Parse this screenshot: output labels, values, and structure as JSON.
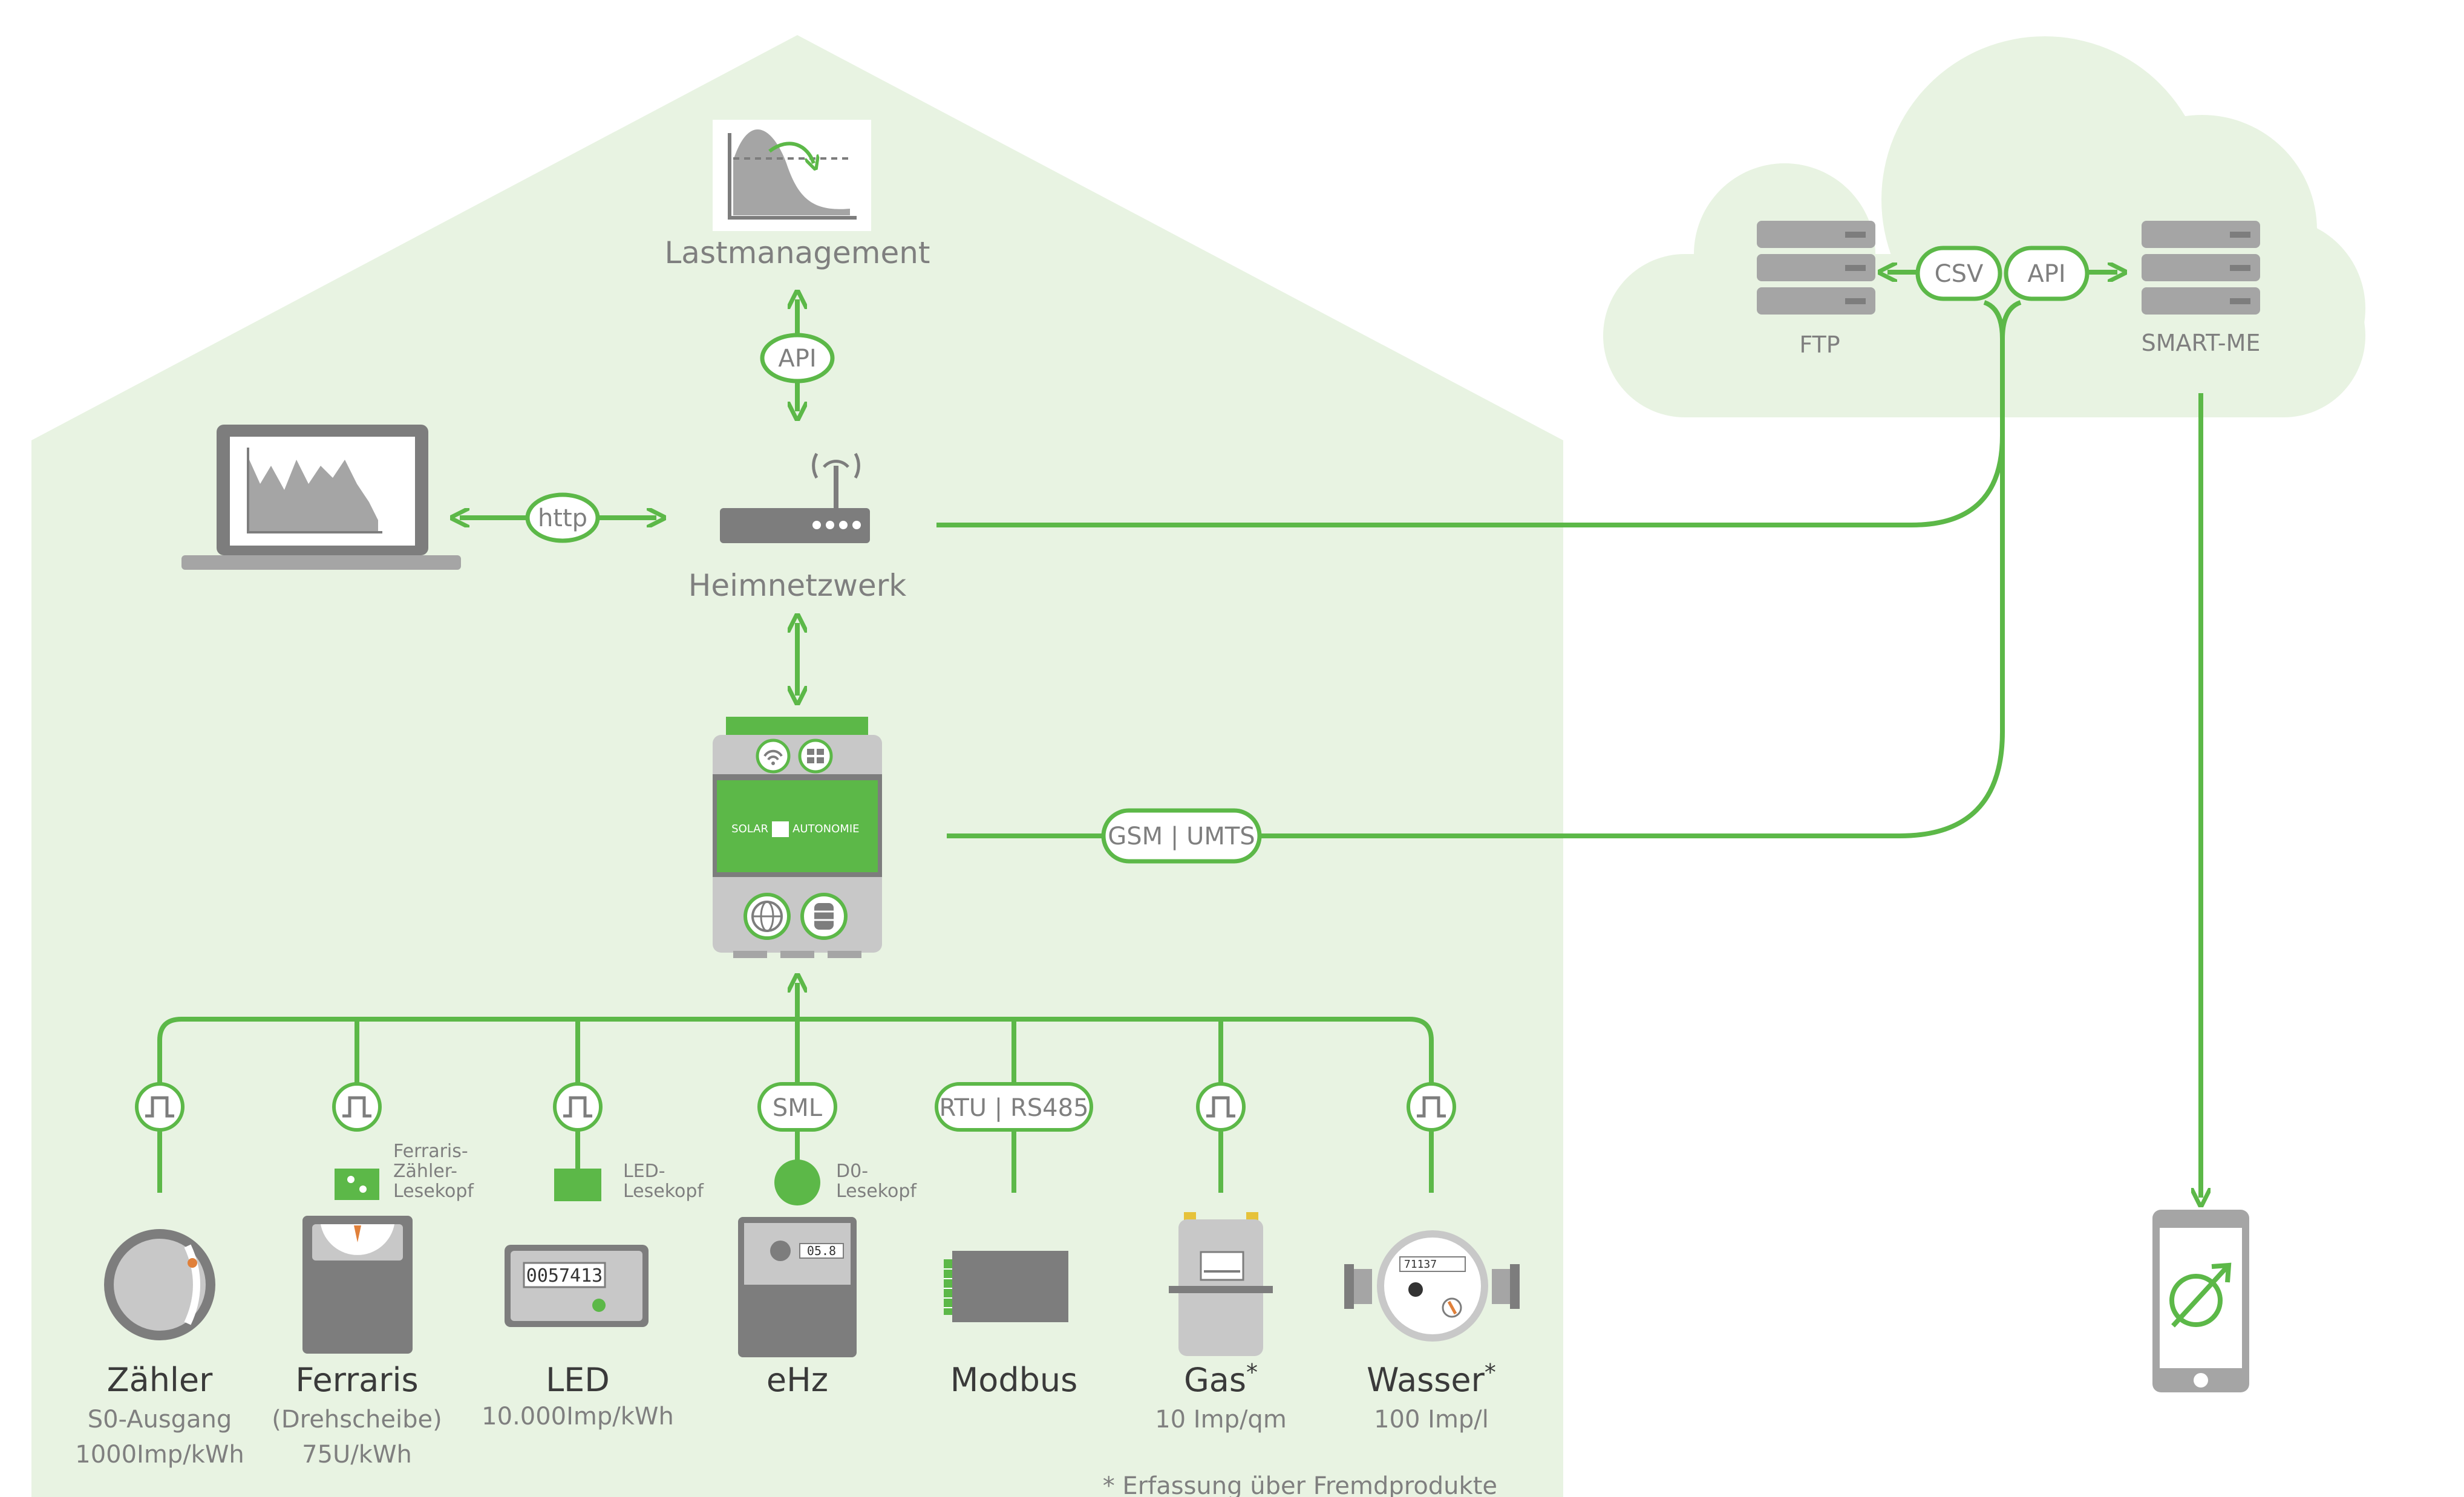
{
  "colors": {
    "green": "#5cb848",
    "house_bg": "#e8f3e2",
    "cloud_bg": "#e8f3e2",
    "grey_dark": "#7d7d7d",
    "grey_mid": "#a5a5a5",
    "grey_light": "#c8c8c8",
    "label_grey": "#7f7f7f"
  },
  "top": {
    "lastmanagement_label": "Lastmanagement",
    "api_label": "API",
    "http_label": "http",
    "heimnetzwerk_label": "Heimnetzwerk"
  },
  "device": {
    "brand_left": "SOLAR",
    "brand_right": "AUTONOMIE"
  },
  "connections": {
    "gsm_label": "GSM | UMTS"
  },
  "cloud": {
    "ftp_label": "FTP",
    "smartme_label": "SMART-ME",
    "csv_label": "CSV",
    "api_label": "API"
  },
  "meters": [
    {
      "name": "Zähler",
      "sub1": "S0-Ausgang",
      "sub2": "1000Imp/kWh",
      "connector": "pulse-icon"
    },
    {
      "name": "Ferraris",
      "sub1": "(Drehscheibe)",
      "sub2": "75U/kWh",
      "connector": "pulse-icon"
    },
    {
      "name": "LED",
      "sub1": "10.000Imp/kWh",
      "sub2": "",
      "connector": "pulse-icon"
    },
    {
      "name": "eHz",
      "sub1": "",
      "sub2": "",
      "connector": "SML"
    },
    {
      "name": "Modbus",
      "sub1": "",
      "sub2": "",
      "connector": "RTU | RS485"
    },
    {
      "name": "Gas",
      "sup": "*",
      "sub1": "10 Imp/qm",
      "sub2": "",
      "connector": "pulse-icon"
    },
    {
      "name": "Wasser",
      "sup": "*",
      "sub1": "100 Imp/l",
      "sub2": "",
      "connector": "pulse-icon"
    }
  ],
  "readers": {
    "ferraris": [
      "Ferraris-",
      "Zähler-",
      "Lesekopf"
    ],
    "led": [
      "LED-",
      "Lesekopf"
    ],
    "d0": [
      "D0-",
      "Lesekopf"
    ]
  },
  "displays": {
    "led_meter": "0057413",
    "ehz_meter": "05.8",
    "water_meter": "71137"
  },
  "footnote": "* Erfassung über Fremdprodukte"
}
